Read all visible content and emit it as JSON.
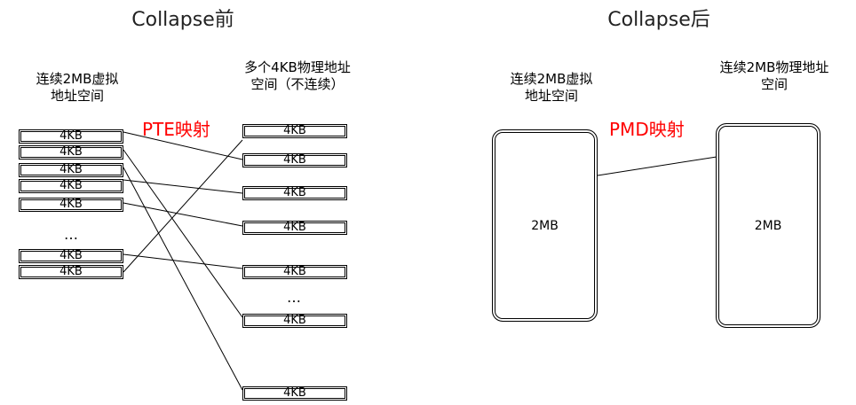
{
  "colors": {
    "mapping_text": "#ff0000",
    "line": "#000000"
  },
  "before": {
    "title": "Collapse前",
    "virtual_label_line1": "连续2MB虚拟",
    "virtual_label_line2": "地址空间",
    "physical_label_line1": "多个4KB物理地址",
    "physical_label_line2": "空间（不连续）",
    "mapping_label": "PTE映射",
    "virtual_pages": [
      "4KB",
      "4KB",
      "4KB",
      "4KB",
      "4KB",
      "4KB",
      "4KB"
    ],
    "virtual_ellipsis": "…",
    "physical_pages": [
      "4KB",
      "4KB",
      "4KB",
      "4KB",
      "4KB",
      "4KB",
      "4KB"
    ],
    "physical_ellipsis": "…"
  },
  "after": {
    "title": "Collapse后",
    "virtual_label_line1": "连续2MB虚拟",
    "virtual_label_line2": "地址空间",
    "physical_label_line1": "连续2MB物理地址",
    "physical_label_line2": "空间",
    "mapping_label": "PMD映射",
    "virtual_block": "2MB",
    "physical_block": "2MB"
  }
}
